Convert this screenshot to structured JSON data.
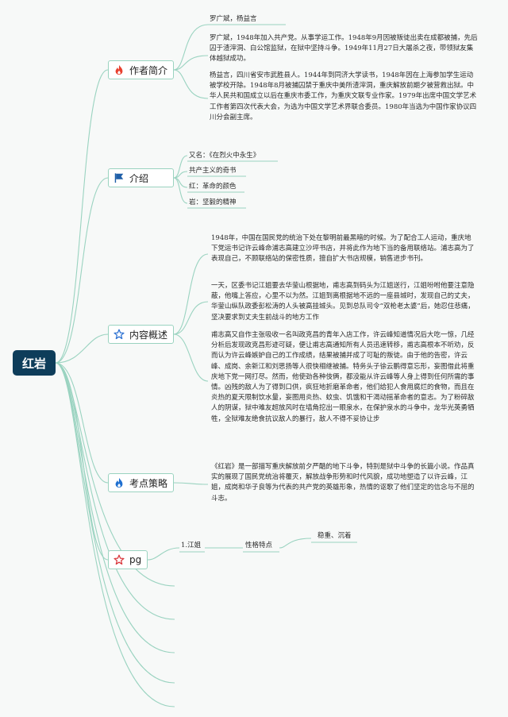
{
  "root": {
    "title": "红岩"
  },
  "branches": {
    "authors": {
      "title": "作者简介",
      "icon": "flame-icon",
      "items": [
        "罗广斌，杨益言",
        "罗广斌，1948年加入共产党。从事学运工作。1948年9月因被叛徒出卖在成都被捕，先后囚于渣滓洞、白公馆监狱，在狱中坚持斗争。1949年11月27日大屠杀之夜，带领狱友集体越狱成功。",
        "杨益言，四川省安市武胜县人。1944年到同济大学读书，1948年因在上海参加学生运动被学校开除。1948年8月被捕囚禁于重庆中美所渣滓洞，重庆解放前期夕被营救出狱。中华人民共和国成立以后在重庆市委工作，为重庆文联专业作家。1979年出席中国文学艺术工作者第四次代表大会，为选为中国文学艺术界联合委员。1980年当选为中国作家协议四川分会副主席。"
      ]
    },
    "intro": {
      "title": "介绍",
      "icon": "flag-icon",
      "items": [
        "又名：《在烈火中永生》",
        "共产主义的奇书",
        "红：革命的颜色",
        "岩：坚毅的精神"
      ]
    },
    "summary": {
      "title": "内容概述",
      "icon": "star-outline-icon",
      "items": [
        "1948年，中国在国民党的统治下处在黎明前最黑暗的时候。为了配合工人运动，重庆地下党运书记许云峰命浦志高建立沙坪书店，并将此作为地下当的备用联络站。浦志高为了表现自己，不顾联络站的保密性质，擅自扩大书店规模，销售进步书刊。",
        "一天，区委书记江姐要去华蓥山根据地，甫志高到码头为江姐送行，江姐吩咐他要注意隐蔽，他嘴上答应，心里不以为然。江姐到离根据地不远的一座县城时，发现自己的丈夫，华蓥山纵队政委彭松涛的人头被高挂城头。见到总队司令“双枪老太婆”后，她忍住悲痛，坚决要求到丈夫生前战斗的地方工作",
        "甫志高又自作主张吸收一名叫政克昌的青年入店工作，许云峰知道情况后大吃一惊，几经分析后发现政克昌形迹可疑，便让甫志高通知所有人员迅速转移，甫志高根本不听劝，反而认为许云峰嫉妒自己的工作成绩，结果被捕并成了可耻的叛徒。由于他的告密，许云峰、成岗、余新江和刘思扬等人很快相继被捕。特务头子徐云鹏得意忘形，妄图借此将重庆地下党一网打尽。然而，他使劲各种伎俩，都没能从许云峰等人身上得到任何所需的事情。凶残的敌人为了得到口供，疯狂地折磨革命者，他们给犯人食用腐烂的食物，而且在炎热的夏天限制饮水量，妄图用炎热、蚊虫、饥饿和干渴动摇革命者的意志。为了粉碎敌人的阴谋，狱中难友超放风时在墙角挖出一眼泉水，在保护泉水的斗争中，龙华光英勇牺牲，全狱难友绝食抗议敌人的暴行，敌人不得不妥协让步"
      ]
    },
    "strategy": {
      "title": "考点策略",
      "icon": "flame-icon",
      "items": [
        "《红岩》是一部描写重庆解放前夕严酷的地下斗争，特别是狱中斗争的长篇小说。作品真实的展现了国民党统治将覆灭，解放战争形势和时代风貌，成功地塑造了以许云峰，江姐，成岗和华子良等为代表的共产党的英雄形象，热情的讴歌了他们坚定的信念与不屈的斗志。"
      ]
    },
    "pg": {
      "title": "pg",
      "icon": "star-outline-icon",
      "child": {
        "label": "1.江姐",
        "trait_label": "性格特点",
        "trait_value": "稳重、沉着"
      }
    }
  },
  "colors": {
    "line": "#9ad3c0",
    "root_bg": "#0e3d5a",
    "flame": "#e8402e",
    "flag": "#1f5fa8",
    "star_blue": "#2a6fd1",
    "star_red": "#d9353a"
  }
}
